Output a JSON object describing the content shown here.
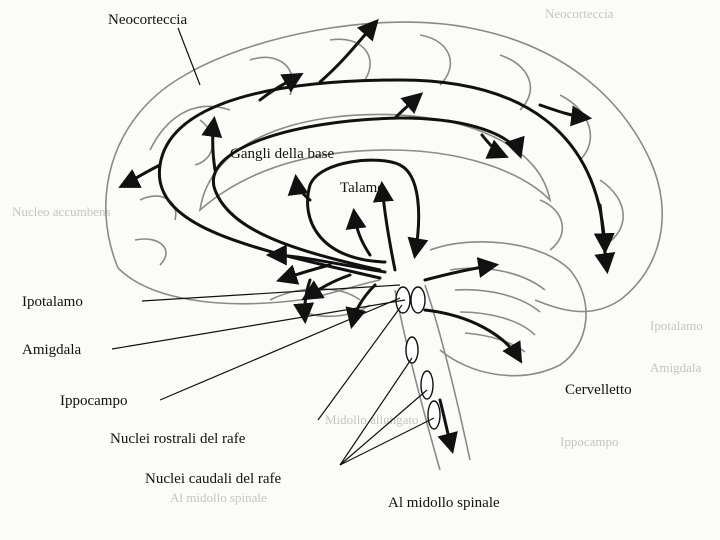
{
  "labels": {
    "neocorteccia": "Neocorteccia",
    "gangli": "Gangli della base",
    "talamo": "Talamo",
    "ipotalamo": "Ipotalamo",
    "amigdala": "Amigdala",
    "ippocampo": "Ippocampo",
    "cervelletto": "Cervelletto",
    "nuclei_rostrali": "Nuclei rostrali del rafe",
    "nuclei_caudali": "Nuclei caudali del rafe",
    "midollo": "Al midollo spinale"
  },
  "ghost_text": {
    "neocorteccia": "Neocorteccia",
    "nucleo_accumbens": "Nucleo accumbens",
    "ipotalamo": "Ipotalamo",
    "amigdala": "Amigdala",
    "ippocampo": "Ippocampo",
    "midollo_allungato": "Midollo allungato",
    "midollo_spinale": "Al midollo spinale"
  },
  "colors": {
    "ink": "#111111",
    "sketch": "#8a8a86",
    "ghost": "#c4c4c0",
    "background": "#fbfbf8"
  }
}
